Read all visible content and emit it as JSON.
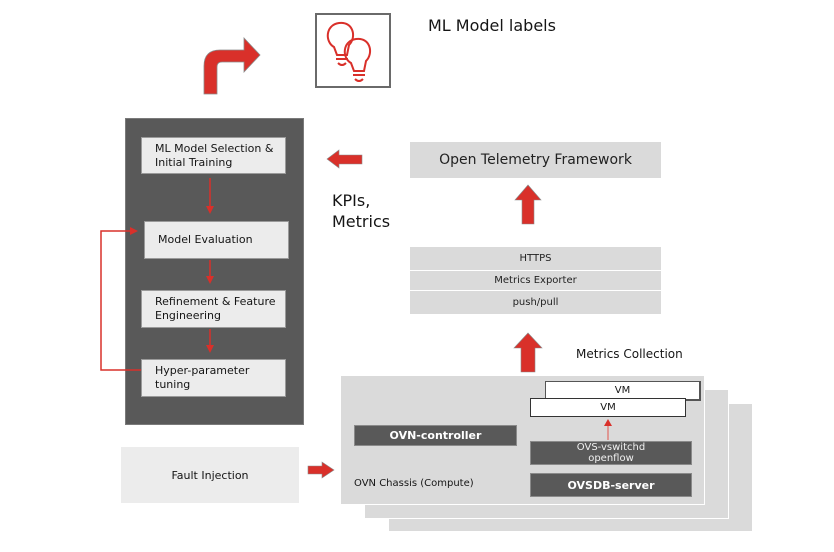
{
  "header": {
    "title": "ML Model labels",
    "icon": "lightbulbs-icon"
  },
  "pipeline": {
    "steps": [
      {
        "label": "ML Model Selection & Initial Training"
      },
      {
        "label": "Model Evaluation"
      },
      {
        "label": "Refinement & Feature Engineering"
      },
      {
        "label": "Hyper-parameter tuning"
      }
    ]
  },
  "kpi": {
    "line1": "KPIs,",
    "line2": "Metrics"
  },
  "telemetry": {
    "framework_label": "Open Telemetry Framework",
    "rows": [
      "HTTPS",
      "Metrics Exporter",
      "push/pull"
    ],
    "collection_label": "Metrics Collection"
  },
  "chassis": {
    "label": "OVN Chassis (Compute)",
    "controller_label": "OVN-controller",
    "vswitchd_line1": "OVS-vswitchd",
    "vswitchd_line2": "openflow",
    "ovsdb_label": "OVSDB-server",
    "vm_labels": [
      "VM",
      "VM"
    ]
  },
  "fault": {
    "label": "Fault Injection"
  },
  "colors": {
    "accent_red": "#d9302a",
    "panel_dark": "#595959",
    "box_light": "#ececec",
    "box_gray": "#dadada"
  }
}
